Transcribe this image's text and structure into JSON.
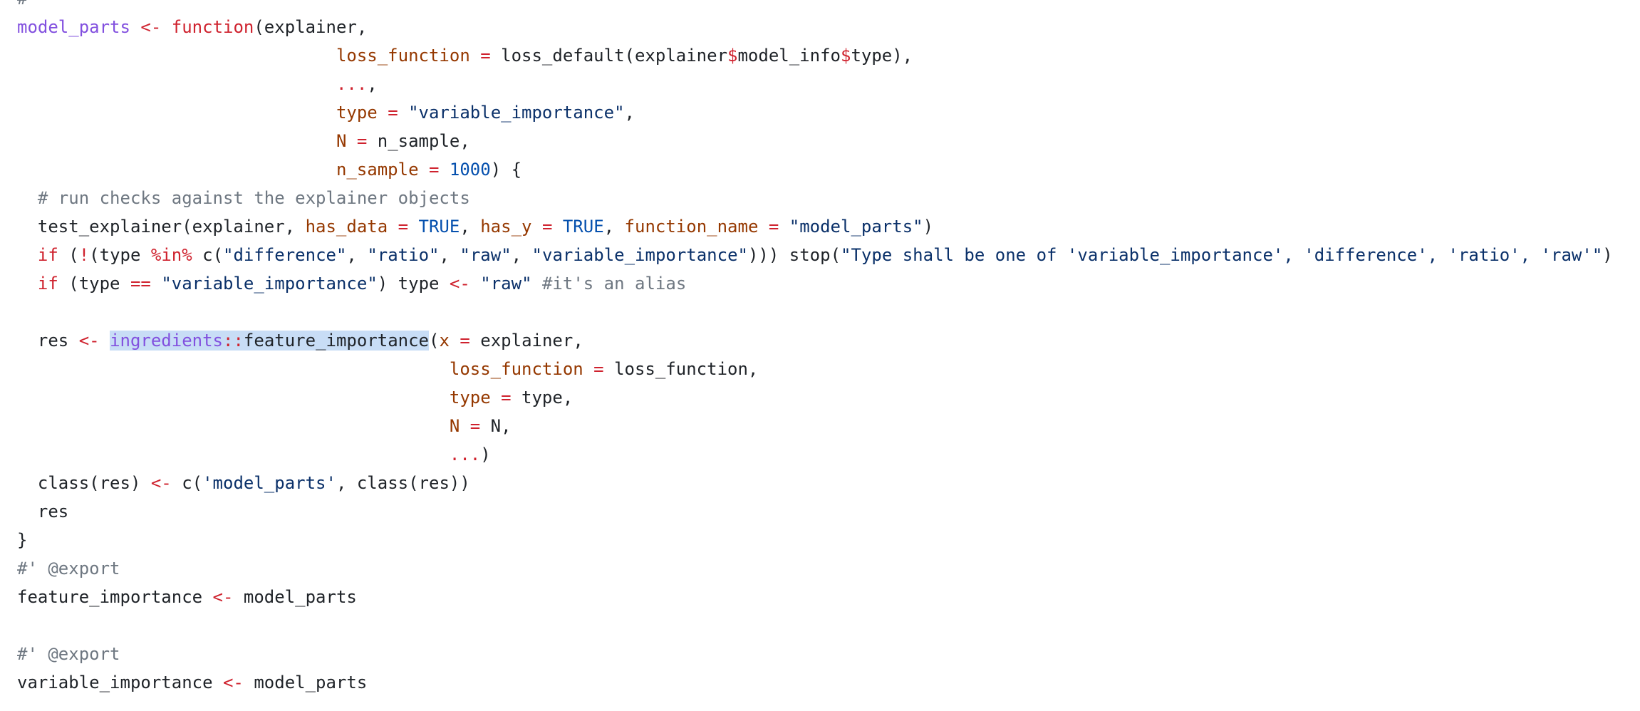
{
  "editor": {
    "lines": [
      [
        {
          "t": "#",
          "c": "comment"
        }
      ],
      [
        {
          "t": "model_parts",
          "c": "fn-name"
        },
        {
          "t": " ",
          "c": "plain"
        },
        {
          "t": "<-",
          "c": "op"
        },
        {
          "t": " ",
          "c": "plain"
        },
        {
          "t": "function",
          "c": "kw"
        },
        {
          "t": "(explainer,",
          "c": "plain"
        }
      ],
      [
        {
          "t": "                               ",
          "c": "plain"
        },
        {
          "t": "loss_function",
          "c": "param"
        },
        {
          "t": " ",
          "c": "plain"
        },
        {
          "t": "=",
          "c": "op"
        },
        {
          "t": " loss_default(explainer",
          "c": "plain"
        },
        {
          "t": "$",
          "c": "op"
        },
        {
          "t": "model_info",
          "c": "plain"
        },
        {
          "t": "$",
          "c": "op"
        },
        {
          "t": "type),",
          "c": "plain"
        }
      ],
      [
        {
          "t": "                               ",
          "c": "plain"
        },
        {
          "t": "...",
          "c": "kw"
        },
        {
          "t": ",",
          "c": "plain"
        }
      ],
      [
        {
          "t": "                               ",
          "c": "plain"
        },
        {
          "t": "type",
          "c": "param"
        },
        {
          "t": " ",
          "c": "plain"
        },
        {
          "t": "=",
          "c": "op"
        },
        {
          "t": " ",
          "c": "plain"
        },
        {
          "t": "\"variable_importance\"",
          "c": "str"
        },
        {
          "t": ",",
          "c": "plain"
        }
      ],
      [
        {
          "t": "                               ",
          "c": "plain"
        },
        {
          "t": "N",
          "c": "param"
        },
        {
          "t": " ",
          "c": "plain"
        },
        {
          "t": "=",
          "c": "op"
        },
        {
          "t": " n_sample,",
          "c": "plain"
        }
      ],
      [
        {
          "t": "                               ",
          "c": "plain"
        },
        {
          "t": "n_sample",
          "c": "param"
        },
        {
          "t": " ",
          "c": "plain"
        },
        {
          "t": "=",
          "c": "op"
        },
        {
          "t": " ",
          "c": "plain"
        },
        {
          "t": "1000",
          "c": "num"
        },
        {
          "t": ") {",
          "c": "plain"
        }
      ],
      [
        {
          "t": "  ",
          "c": "plain"
        },
        {
          "t": "# run checks against the explainer objects",
          "c": "comment"
        }
      ],
      [
        {
          "t": "  test_explainer(explainer, ",
          "c": "plain"
        },
        {
          "t": "has_data",
          "c": "param"
        },
        {
          "t": " ",
          "c": "plain"
        },
        {
          "t": "=",
          "c": "op"
        },
        {
          "t": " ",
          "c": "plain"
        },
        {
          "t": "TRUE",
          "c": "const"
        },
        {
          "t": ", ",
          "c": "plain"
        },
        {
          "t": "has_y",
          "c": "param"
        },
        {
          "t": " ",
          "c": "plain"
        },
        {
          "t": "=",
          "c": "op"
        },
        {
          "t": " ",
          "c": "plain"
        },
        {
          "t": "TRUE",
          "c": "const"
        },
        {
          "t": ", ",
          "c": "plain"
        },
        {
          "t": "function_name",
          "c": "param"
        },
        {
          "t": " ",
          "c": "plain"
        },
        {
          "t": "=",
          "c": "op"
        },
        {
          "t": " ",
          "c": "plain"
        },
        {
          "t": "\"model_parts\"",
          "c": "str"
        },
        {
          "t": ")",
          "c": "plain"
        }
      ],
      [
        {
          "t": "  ",
          "c": "plain"
        },
        {
          "t": "if",
          "c": "kw"
        },
        {
          "t": " (",
          "c": "plain"
        },
        {
          "t": "!",
          "c": "op"
        },
        {
          "t": "(type ",
          "c": "plain"
        },
        {
          "t": "%in%",
          "c": "op"
        },
        {
          "t": " c(",
          "c": "plain"
        },
        {
          "t": "\"difference\"",
          "c": "str"
        },
        {
          "t": ", ",
          "c": "plain"
        },
        {
          "t": "\"ratio\"",
          "c": "str"
        },
        {
          "t": ", ",
          "c": "plain"
        },
        {
          "t": "\"raw\"",
          "c": "str"
        },
        {
          "t": ", ",
          "c": "plain"
        },
        {
          "t": "\"variable_importance\"",
          "c": "str"
        },
        {
          "t": "))) stop(",
          "c": "plain"
        },
        {
          "t": "\"Type shall be one of 'variable_importance', 'difference', 'ratio', 'raw'\"",
          "c": "str"
        },
        {
          "t": ")",
          "c": "plain"
        }
      ],
      [
        {
          "t": "  ",
          "c": "plain"
        },
        {
          "t": "if",
          "c": "kw"
        },
        {
          "t": " (type ",
          "c": "plain"
        },
        {
          "t": "==",
          "c": "op"
        },
        {
          "t": " ",
          "c": "plain"
        },
        {
          "t": "\"variable_importance\"",
          "c": "str"
        },
        {
          "t": ") type ",
          "c": "plain"
        },
        {
          "t": "<-",
          "c": "op"
        },
        {
          "t": " ",
          "c": "plain"
        },
        {
          "t": "\"raw\"",
          "c": "str"
        },
        {
          "t": " ",
          "c": "plain"
        },
        {
          "t": "#it's an alias",
          "c": "comment"
        }
      ],
      [
        {
          "t": "",
          "c": "plain"
        }
      ],
      [
        {
          "t": "  res ",
          "c": "plain"
        },
        {
          "t": "<-",
          "c": "op"
        },
        {
          "t": " ",
          "c": "plain"
        },
        {
          "t": "ingredients",
          "c": "ns",
          "h": true
        },
        {
          "t": "::",
          "c": "op",
          "h": true
        },
        {
          "t": "feature_importance",
          "c": "plain",
          "h": true
        },
        {
          "t": "(",
          "c": "plain"
        },
        {
          "t": "x",
          "c": "param"
        },
        {
          "t": " ",
          "c": "plain"
        },
        {
          "t": "=",
          "c": "op"
        },
        {
          "t": " explainer,",
          "c": "plain"
        }
      ],
      [
        {
          "t": "                                          ",
          "c": "plain"
        },
        {
          "t": "loss_function",
          "c": "param"
        },
        {
          "t": " ",
          "c": "plain"
        },
        {
          "t": "=",
          "c": "op"
        },
        {
          "t": " loss_function,",
          "c": "plain"
        }
      ],
      [
        {
          "t": "                                          ",
          "c": "plain"
        },
        {
          "t": "type",
          "c": "param"
        },
        {
          "t": " ",
          "c": "plain"
        },
        {
          "t": "=",
          "c": "op"
        },
        {
          "t": " type,",
          "c": "plain"
        }
      ],
      [
        {
          "t": "                                          ",
          "c": "plain"
        },
        {
          "t": "N",
          "c": "param"
        },
        {
          "t": " ",
          "c": "plain"
        },
        {
          "t": "=",
          "c": "op"
        },
        {
          "t": " N,",
          "c": "plain"
        }
      ],
      [
        {
          "t": "                                          ",
          "c": "plain"
        },
        {
          "t": "...",
          "c": "kw"
        },
        {
          "t": ")",
          "c": "plain"
        }
      ],
      [
        {
          "t": "  class(res) ",
          "c": "plain"
        },
        {
          "t": "<-",
          "c": "op"
        },
        {
          "t": " c(",
          "c": "plain"
        },
        {
          "t": "'model_parts'",
          "c": "str"
        },
        {
          "t": ", class(res))",
          "c": "plain"
        }
      ],
      [
        {
          "t": "  res",
          "c": "plain"
        }
      ],
      [
        {
          "t": "}",
          "c": "plain"
        }
      ],
      [
        {
          "t": "#' @export",
          "c": "comment"
        }
      ],
      [
        {
          "t": "feature_importance ",
          "c": "plain"
        },
        {
          "t": "<-",
          "c": "op"
        },
        {
          "t": " model_parts",
          "c": "plain"
        }
      ],
      [
        {
          "t": "",
          "c": "plain"
        }
      ],
      [
        {
          "t": "#' @export",
          "c": "comment"
        }
      ],
      [
        {
          "t": "variable_importance ",
          "c": "plain"
        },
        {
          "t": "<-",
          "c": "op"
        },
        {
          "t": " model_parts",
          "c": "plain"
        }
      ]
    ]
  },
  "colors": {
    "background": "#ffffff",
    "plain": "#1f2328",
    "keyword": "#cf222e",
    "function_name": "#8250df",
    "parameter": "#953800",
    "string": "#0a3069",
    "number": "#0550ae",
    "comment": "#6e7781",
    "selection": "#c8ddf6"
  }
}
